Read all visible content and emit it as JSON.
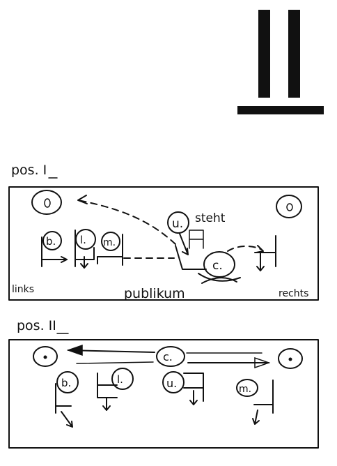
{
  "header": {
    "roman_numeral": "II"
  },
  "positions": [
    {
      "title": "pos. I",
      "markers": [
        "b.",
        "l.",
        "m.",
        "u.",
        "c."
      ],
      "note": "steht",
      "labels": {
        "left": "links",
        "center": "publikum",
        "right": "rechts"
      }
    },
    {
      "title": "pos. II",
      "markers": [
        "c.",
        "b.",
        "l.",
        "u.",
        "m."
      ]
    }
  ]
}
